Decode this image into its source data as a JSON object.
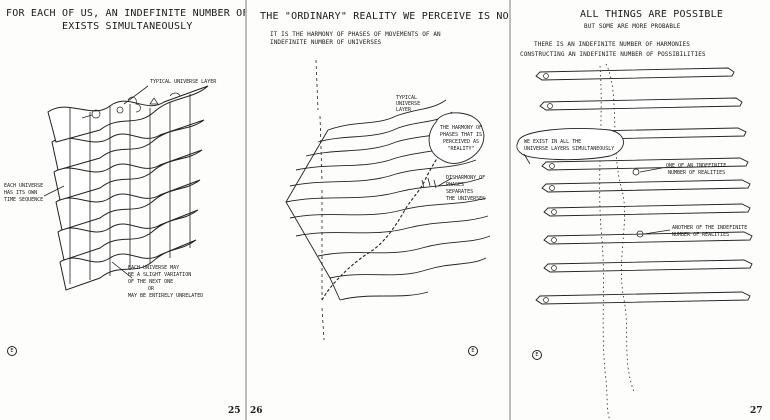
{
  "pages": [
    {
      "number": "25",
      "title_line1": "For each of us, an indefinite number of universes",
      "title_line2": "exists simultaneously",
      "labels": {
        "typical_layer": "Typical universe layer",
        "own_time_1": "Each universe",
        "own_time_2": "has its own",
        "own_time_3": "time sequence",
        "variation_1": "Each universe may",
        "variation_2": "be a slight variation",
        "variation_3": "of the next one",
        "variation_4": "or",
        "variation_5": "may be entirely unrelated"
      },
      "mark": "E"
    },
    {
      "number": "26",
      "title": "The \"ordinary\" reality we perceive is not one universe",
      "subtitle_line1": "It is the harmony of phases of movements of an",
      "subtitle_line2": "indefinite number of universes",
      "labels": {
        "typical_layer_1": "Typical",
        "typical_layer_2": "universe",
        "typical_layer_3": "layer",
        "harmony_1": "The harmony of",
        "harmony_2": "phases that is",
        "harmony_3": "perceived as",
        "harmony_4": "\"reality\"",
        "disharmony_1": "Disharmony of",
        "disharmony_2": "phases",
        "disharmony_3": "separates",
        "disharmony_4": "the universes"
      },
      "mark": "E"
    },
    {
      "number": "27",
      "title_line1": "All things are possible",
      "title_line2": "but some are more probable",
      "subtitle_line1": "There is an indefinite number of harmonies",
      "subtitle_line2": "constructing an indefinite number of possibilities",
      "labels": {
        "we_exist_1": "We exist in all the",
        "we_exist_2": "universe layers simultaneously",
        "one_of_1": "One of an indefinite",
        "one_of_2": "number of realities",
        "another_1": "Another of the indefinite",
        "another_2": "number of realities"
      },
      "mark": "E"
    }
  ]
}
